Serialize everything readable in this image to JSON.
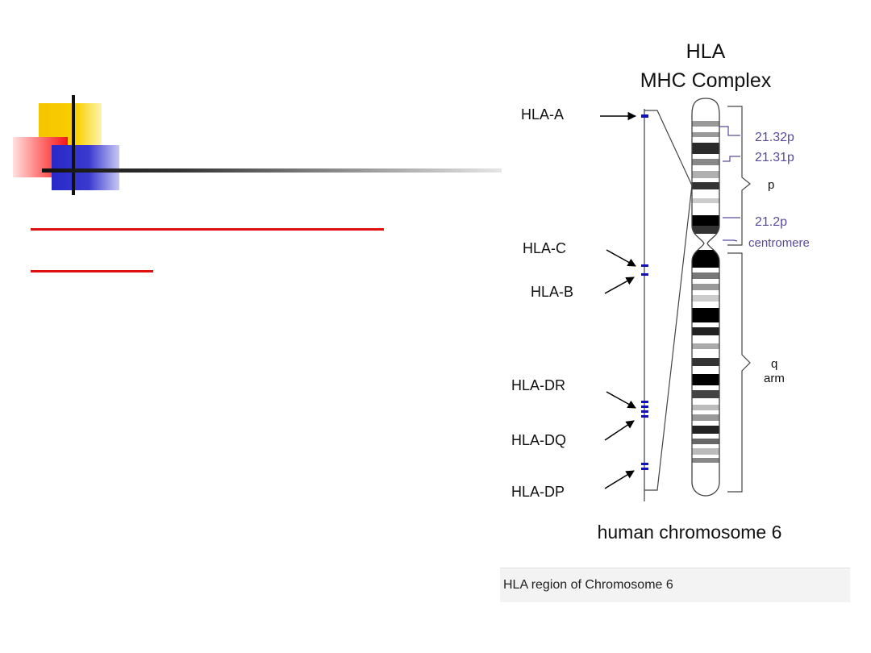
{
  "diagram": {
    "title_line1": "HLA",
    "title_line2": "MHC Complex",
    "genes": [
      "HLA-A",
      "HLA-C",
      "HLA-B",
      "HLA-DR",
      "HLA-DQ",
      "HLA-DP"
    ],
    "bands": [
      "21.32p",
      "21.31p",
      "21.2p"
    ],
    "centromere_label": "centromere",
    "p_arm_label": "p",
    "q_arm_label_line1": "q",
    "q_arm_label_line2": "arm",
    "footer_label": "human chromosome 6",
    "colors": {
      "marker": "#1010c0",
      "band_label": "#5a4a9a"
    }
  },
  "caption": "HLA region of Chromosome 6"
}
